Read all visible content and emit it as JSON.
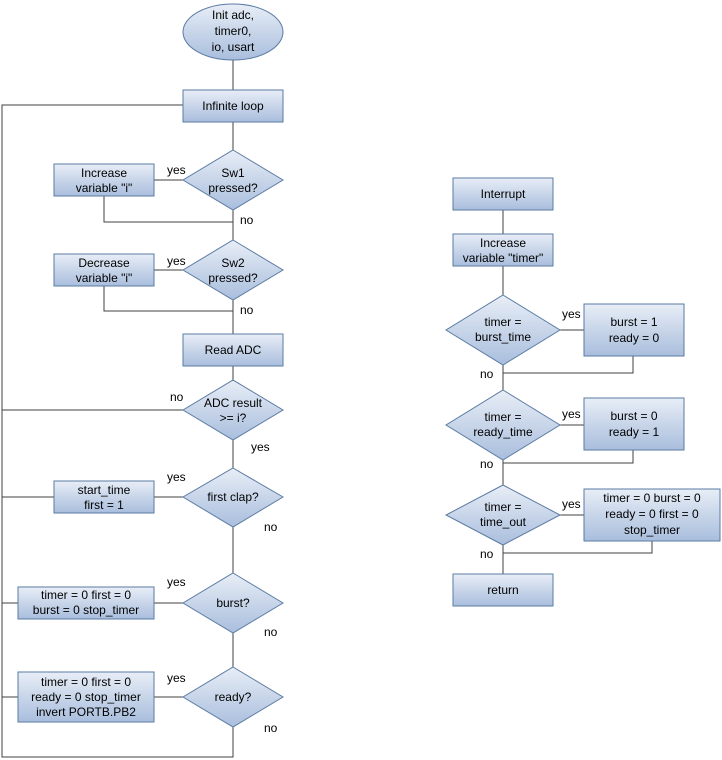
{
  "main_flow": {
    "init": [
      "Init adc,",
      "timer0,",
      "io, usart"
    ],
    "loop": "Infinite loop",
    "sw1_question": [
      "Sw1",
      "pressed?"
    ],
    "sw1_action": [
      "Increase",
      "variable \"i\""
    ],
    "sw2_question": [
      "Sw2",
      "pressed?"
    ],
    "sw2_action": [
      "Decrease",
      "variable \"i\""
    ],
    "read_adc": "Read ADC",
    "adc_question": [
      "ADC result",
      ">= i?"
    ],
    "clap_question": "first clap?",
    "clap_action": [
      "start_time",
      "first = 1"
    ],
    "burst_question": "burst?",
    "burst_action": [
      "timer = 0 first = 0",
      "burst = 0 stop_timer"
    ],
    "ready_question": "ready?",
    "ready_action": [
      "timer = 0 first = 0",
      "ready = 0 stop_timer",
      "invert PORTB.PB2"
    ]
  },
  "interrupt_flow": {
    "start": "Interrupt",
    "increase": [
      "Increase",
      "variable \"timer\""
    ],
    "burst_question": [
      "timer =",
      "burst_time"
    ],
    "burst_action": [
      "burst = 1",
      "ready = 0"
    ],
    "ready_question": [
      "timer =",
      "ready_time"
    ],
    "ready_action": [
      "burst = 0",
      "ready = 1"
    ],
    "timeout_question": [
      "timer =",
      "time_out"
    ],
    "timeout_action": [
      "timer = 0 burst = 0",
      "ready = 0 first = 0",
      "stop_timer"
    ],
    "end": "return"
  },
  "branch_labels": {
    "yes": "yes",
    "no": "no"
  }
}
